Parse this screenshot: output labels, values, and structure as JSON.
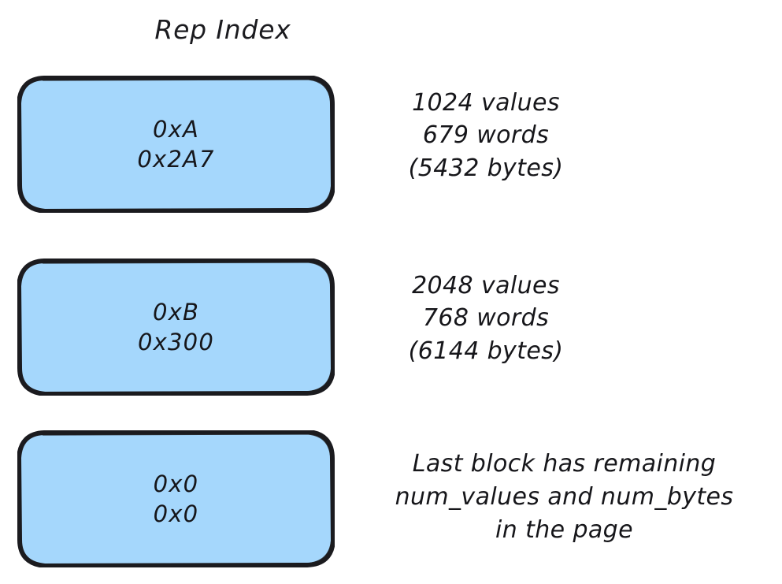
{
  "title": "Rep Index",
  "theme": {
    "background": "#ffffff",
    "block_fill": "#a5d7fc",
    "block_stroke": "#1b1b1f",
    "text_color": "#16161a"
  },
  "blocks": [
    {
      "id": "block-a",
      "line1": "0xA",
      "line2": "0x2A7",
      "annotation": {
        "line1": "1024 values",
        "line2": "679 words",
        "line3": "(5432 bytes)"
      }
    },
    {
      "id": "block-b",
      "line1": "0xB",
      "line2": "0x300",
      "annotation": {
        "line1": "2048 values",
        "line2": "768 words",
        "line3": "(6144 bytes)"
      }
    },
    {
      "id": "block-zero",
      "line1": "0x0",
      "line2": "0x0",
      "annotation": {
        "line1": "Last block has remaining",
        "line2": "num_values and num_bytes",
        "line3": "in the page"
      }
    }
  ]
}
